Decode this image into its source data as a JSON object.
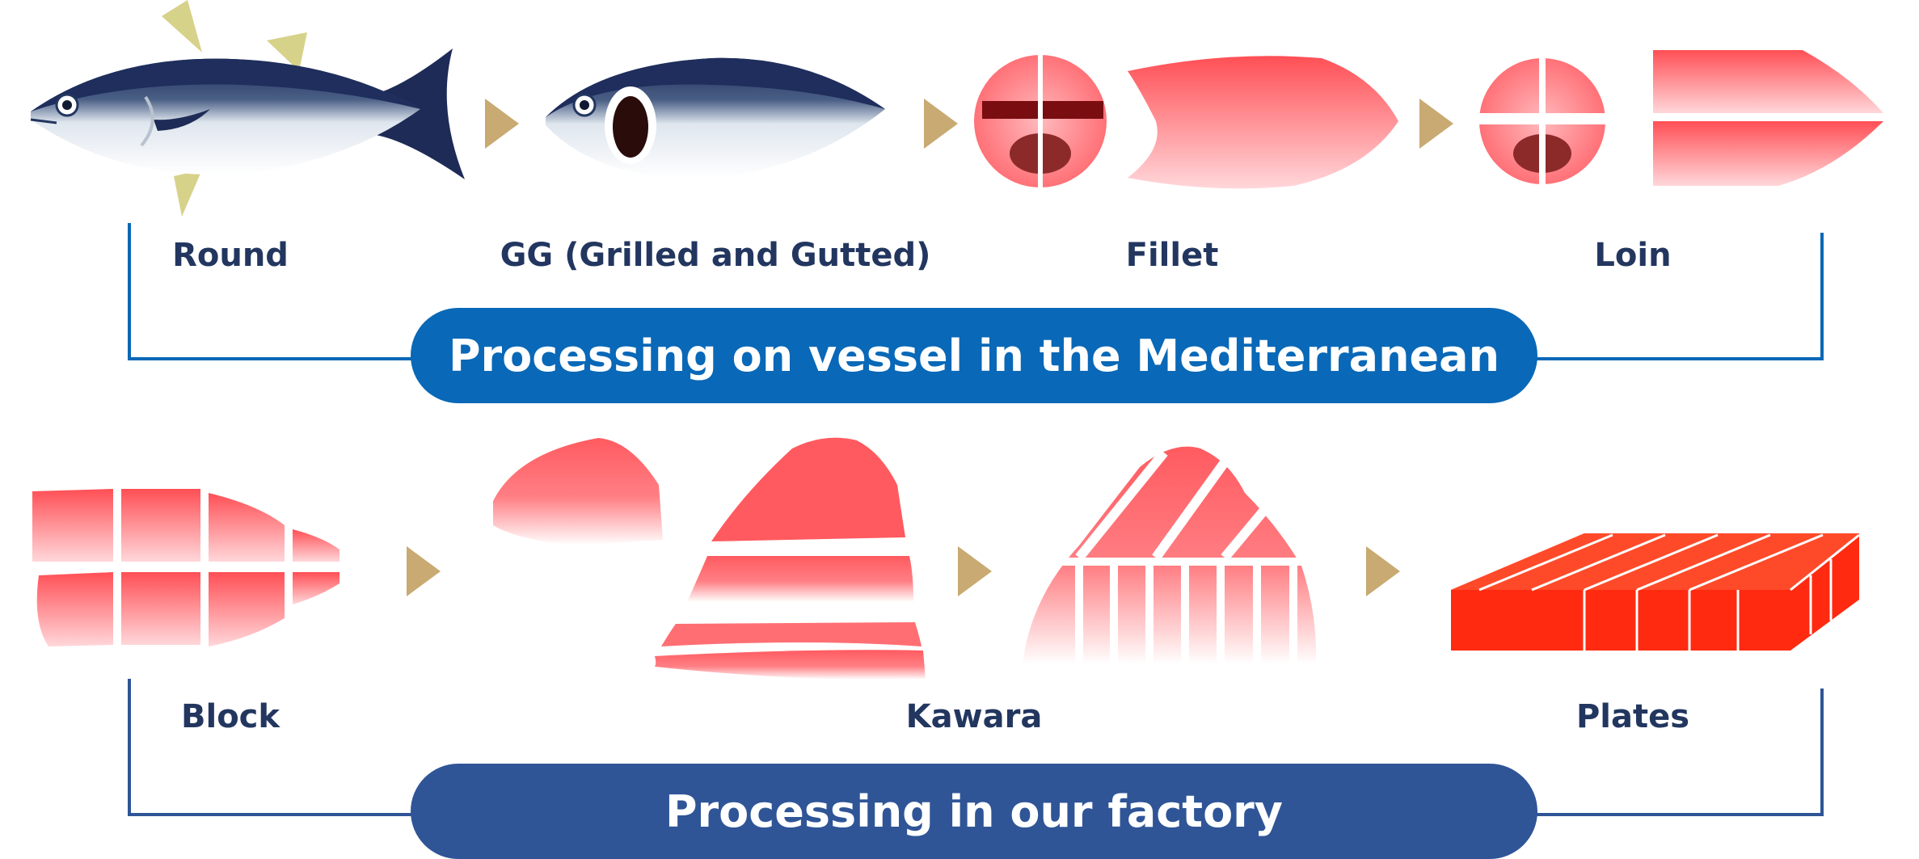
{
  "top": {
    "labels": {
      "round": "Round",
      "gg": "GG (Grilled and Gutted)",
      "fillet": "Fillet",
      "loin": "Loin"
    },
    "banner": "Processing on vessel in the Mediterranean",
    "color": "#0968b7"
  },
  "bottom": {
    "labels": {
      "block": "Block",
      "kawara": "Kawara",
      "plates": "Plates"
    },
    "banner": "Processing in our factory",
    "color": "#2f5597"
  },
  "colors": {
    "arrow": "#c8aa72",
    "label": "#22365f",
    "flesh": "#ff5a5f",
    "plate": "#ff2a10",
    "fish_back": "#1f2e5c"
  },
  "icons": [
    "round-tuna-icon",
    "gg-tuna-icon",
    "fillet-cross-section-icon",
    "fillet-side-icon",
    "loin-cross-section-icon",
    "loin-side-icon",
    "block-icon",
    "kawara-icon",
    "plates-icon",
    "arrow-icon"
  ]
}
